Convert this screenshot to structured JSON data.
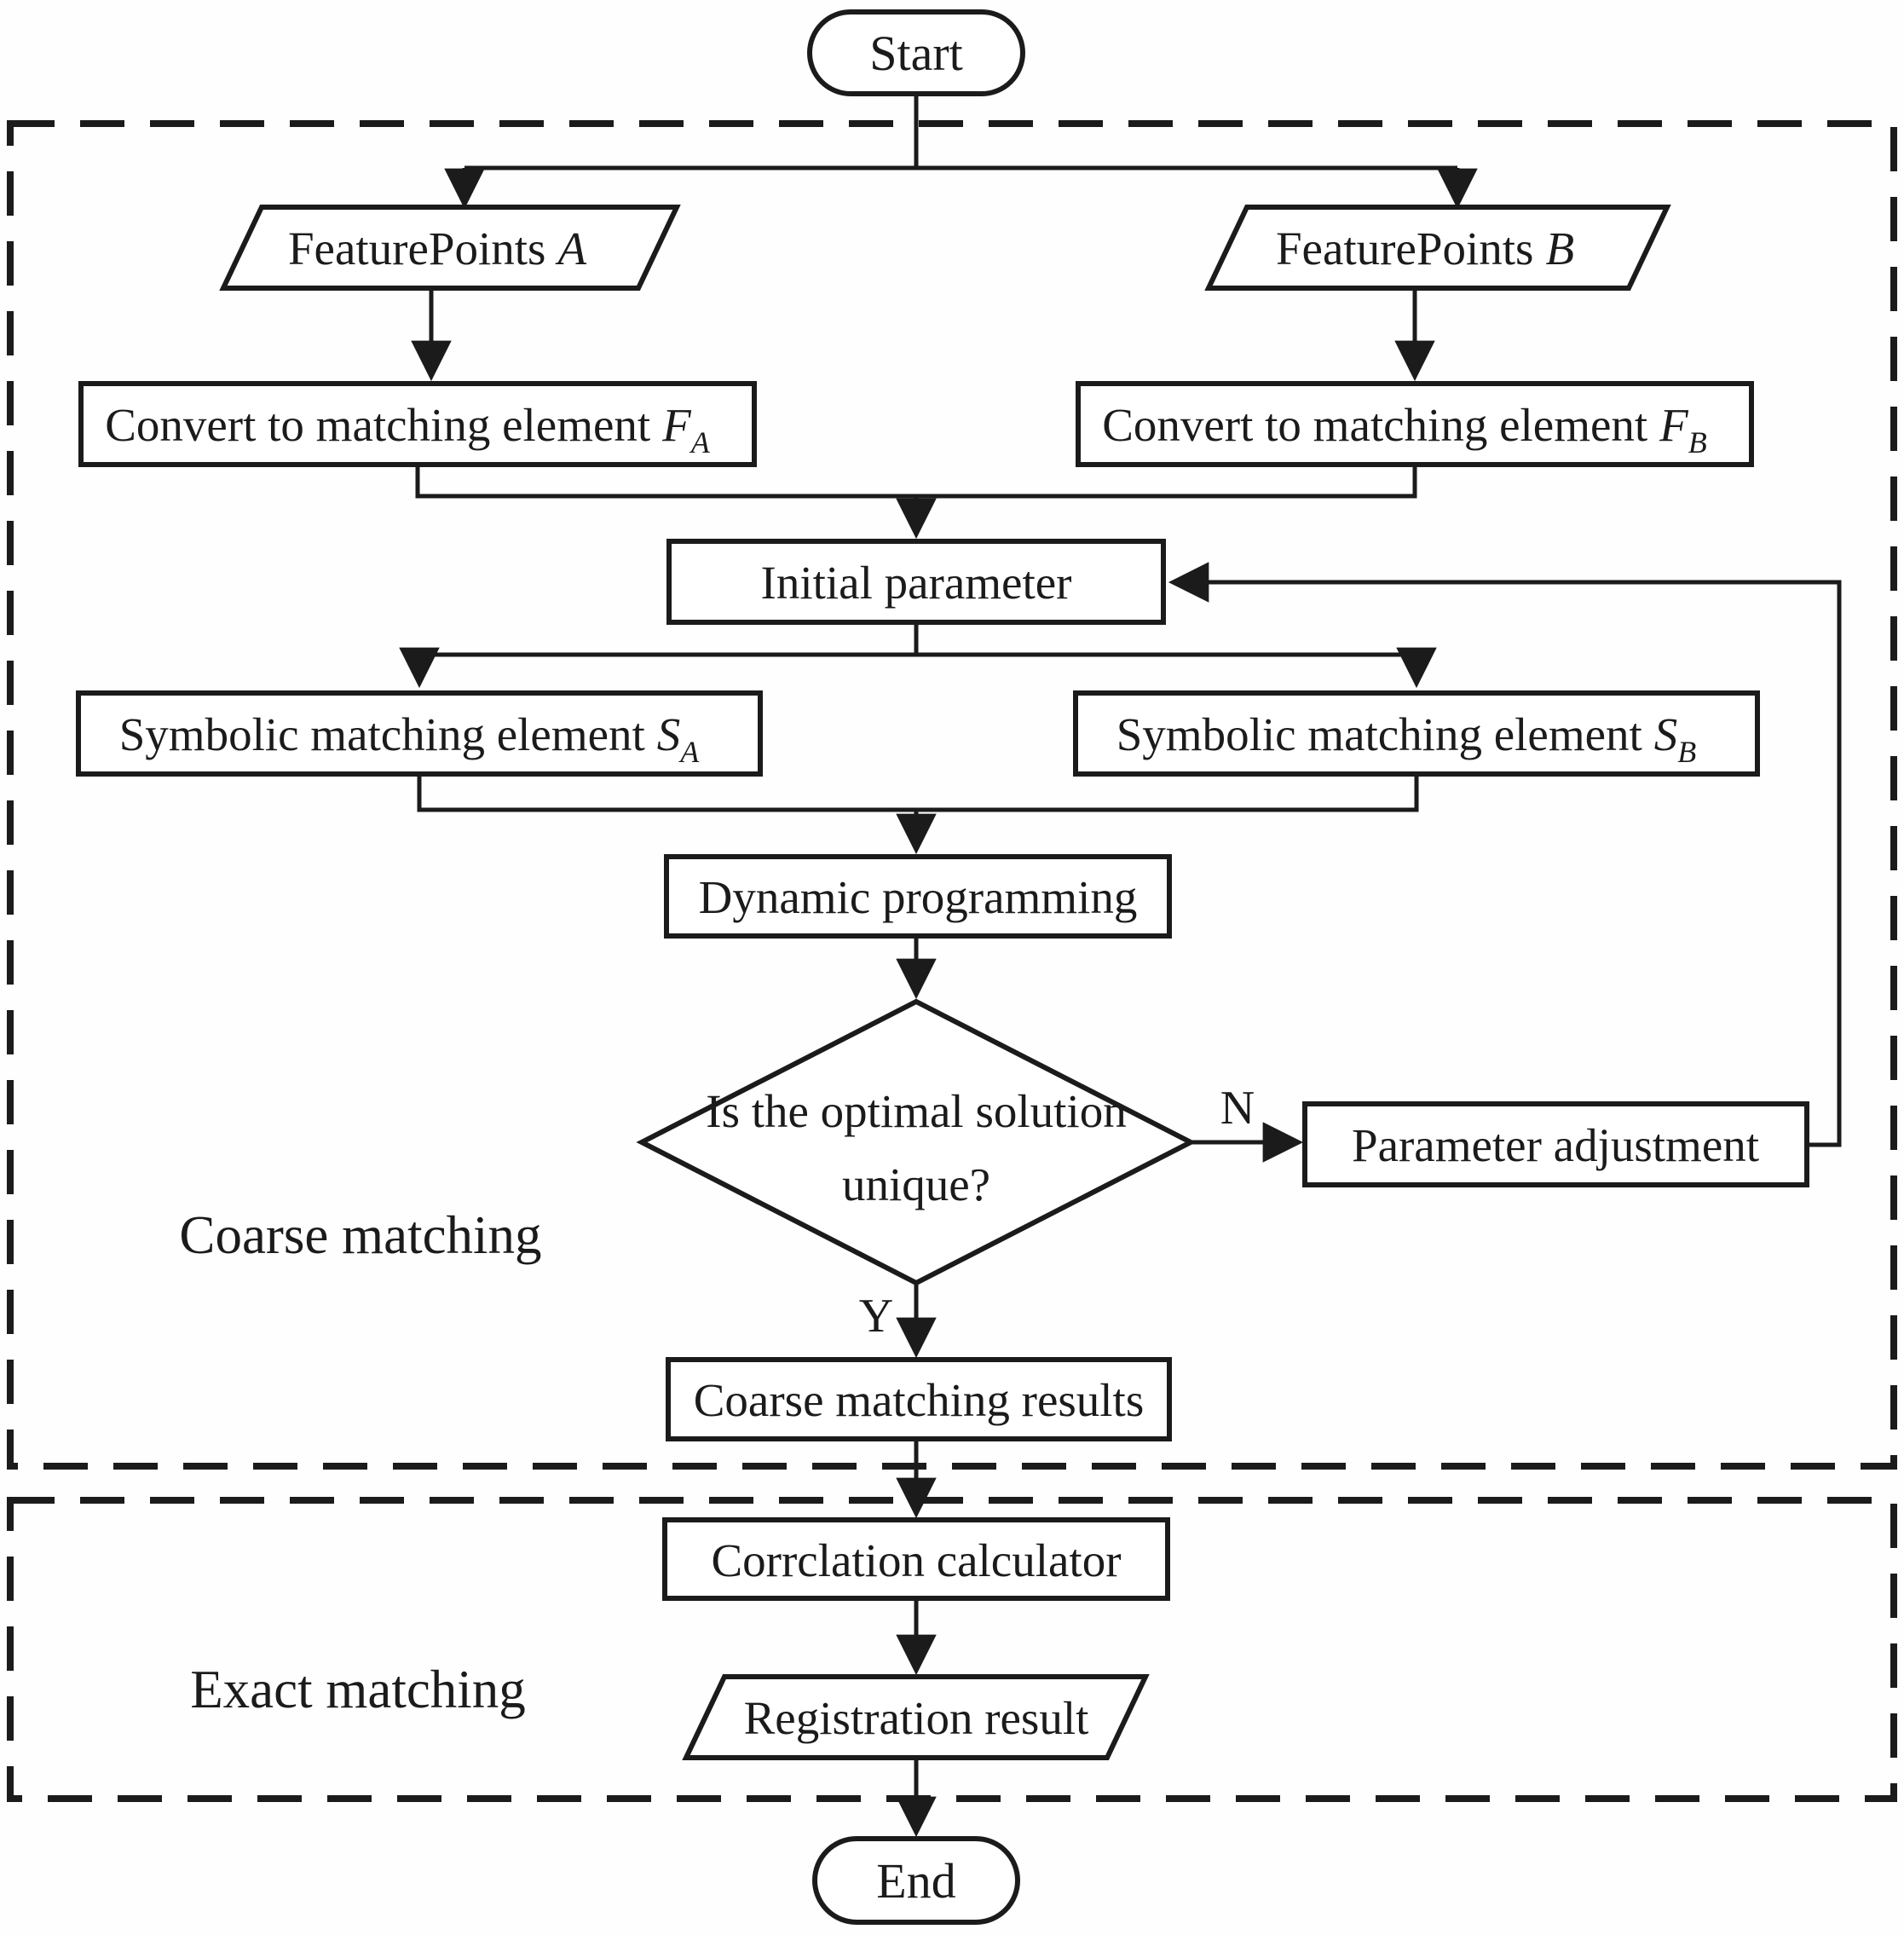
{
  "nodes": {
    "start": {
      "label": "Start"
    },
    "feature_points_a": {
      "prefix": "FeaturePoints",
      "var": "A"
    },
    "feature_points_b": {
      "prefix": "FeaturePoints",
      "var": "B"
    },
    "convert_a": {
      "prefix": "Convert to matching element",
      "var": "F",
      "sub": "A"
    },
    "convert_b": {
      "prefix": "Convert to matching element",
      "var": "F",
      "sub": "B"
    },
    "initial_parameter": {
      "label": "Initial parameter"
    },
    "symbolic_a": {
      "prefix": "Symbolic matching element",
      "var": "S",
      "sub": "A"
    },
    "symbolic_b": {
      "prefix": "Symbolic matching element",
      "var": "S",
      "sub": "B"
    },
    "dynamic_programming": {
      "label": "Dynamic programming"
    },
    "decision": {
      "line1": "Is the optimal solution",
      "line2": "unique?"
    },
    "parameter_adjustment": {
      "label": "Parameter adjustment"
    },
    "coarse_results": {
      "label": "Coarse matching results"
    },
    "correlation_calculator": {
      "label": "Corrclation calculator"
    },
    "registration_result": {
      "label": "Registration result"
    },
    "end": {
      "label": "End"
    }
  },
  "edge_labels": {
    "no": "N",
    "yes": "Y"
  },
  "section_labels": {
    "coarse": "Coarse matching",
    "exact": "Exact matching"
  },
  "colors": {
    "stroke": "#1b1b1b",
    "background": "#ffffff"
  }
}
